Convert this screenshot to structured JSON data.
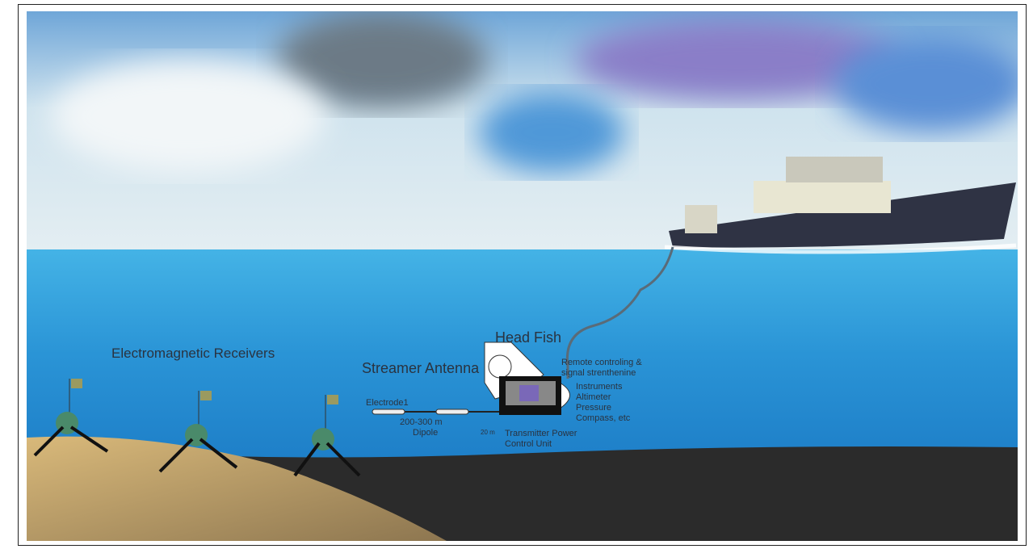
{
  "labels": {
    "receivers": "Electromagnetic Receivers",
    "streamer": "Streamer Antenna",
    "head_fish": "Head Fish",
    "remote_1": "Remote controling &",
    "remote_2": "signal strenthenine",
    "instruments": [
      "Instruments",
      "Altimeter",
      "Pressure",
      "Compass, etc"
    ],
    "electrode": "Electrode1",
    "distance": "200-300 m",
    "dipole": "Dipole",
    "gap": "20 m",
    "transmitter_1": "Transmitter Power",
    "transmitter_2": "Control Unit"
  },
  "colors": {
    "sky": "#bcdbe8",
    "sea": "#2a9ad6",
    "seafloor": "#2d2d2d",
    "sand": "#c9a56a",
    "ship_hull": "#2f3344"
  }
}
